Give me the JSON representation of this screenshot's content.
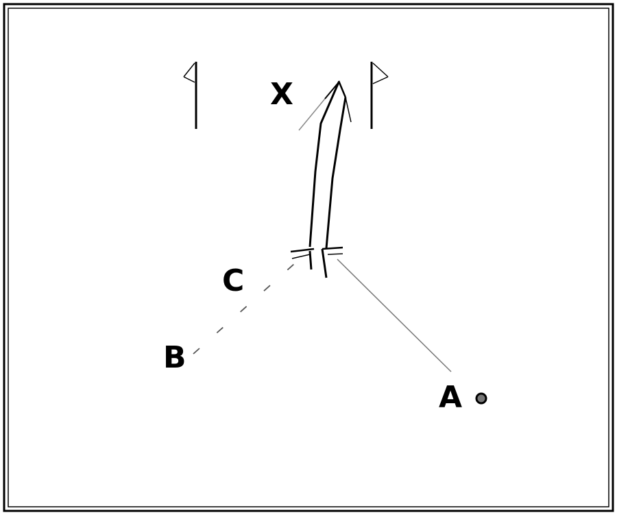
{
  "diagram": {
    "labels": {
      "x": "X",
      "c": "C",
      "b": "B",
      "a": "A"
    },
    "colors": {
      "ink": "#000000",
      "thin_line": "#777777",
      "background": "#ffffff"
    },
    "elements": [
      "left-flag",
      "right-flag",
      "double-arrow-up-to-x",
      "junction-marks",
      "dashed-line-b-to-c",
      "line-a-to-junction",
      "point-a-marker"
    ]
  }
}
